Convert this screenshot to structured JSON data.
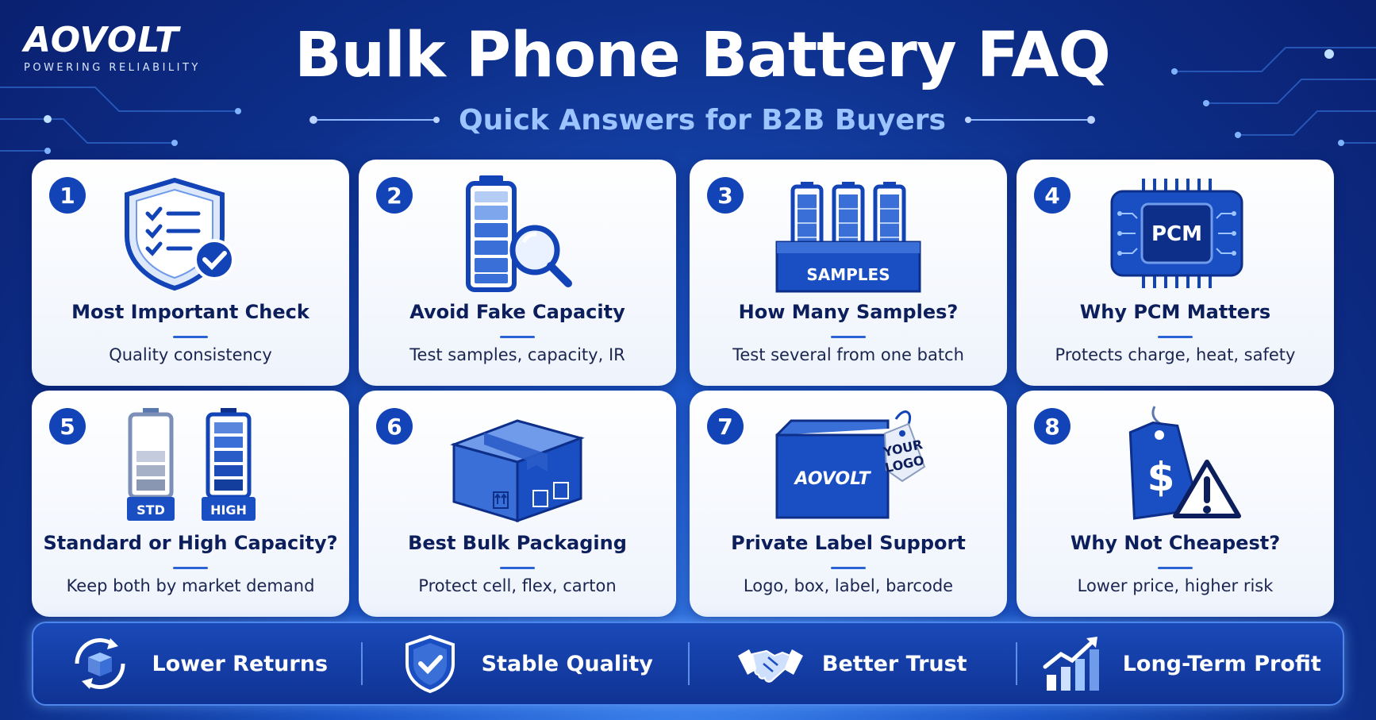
{
  "brand": {
    "name": "AOVOLT",
    "tagline": "POWERING RELIABILITY"
  },
  "header": {
    "title": "Bulk Phone Battery FAQ",
    "subtitle": "Quick Answers for B2B Buyers"
  },
  "colors": {
    "primary": "#1244b8",
    "background_dark": "#0a2070",
    "background_light": "#3f86f0",
    "card": "#ffffff",
    "text_dark": "#0c1f5c"
  },
  "cards": [
    {
      "number": "1",
      "title": "Most Important Check",
      "description": "Quality consistency",
      "icon": "shield-checklist-icon"
    },
    {
      "number": "2",
      "title": "Avoid Fake Capacity",
      "description": "Test samples, capacity, IR",
      "icon": "battery-magnifier-icon"
    },
    {
      "number": "3",
      "title": "How Many Samples?",
      "description": "Test several from one batch",
      "icon": "samples-batteries-icon",
      "badge": "SAMPLES"
    },
    {
      "number": "4",
      "title": "Why PCM Matters",
      "description": "Protects charge, heat, safety",
      "icon": "pcm-chip-icon",
      "badge": "PCM"
    },
    {
      "number": "5",
      "title": "Standard or High Capacity?",
      "description": "Keep both by market demand",
      "icon": "std-high-battery-icon",
      "badge_left": "STD",
      "badge_right": "HIGH"
    },
    {
      "number": "6",
      "title": "Best Bulk Packaging",
      "description": "Protect cell, flex, carton",
      "icon": "carton-box-icon"
    },
    {
      "number": "7",
      "title": "Private Label Support",
      "description": "Logo, box, label, barcode",
      "icon": "branded-box-tag-icon",
      "box_text": "AOVOLT",
      "tag_text_1": "YOUR",
      "tag_text_2": "LOGO"
    },
    {
      "number": "8",
      "title": "Why Not Cheapest?",
      "description": "Lower price, higher risk",
      "icon": "price-tag-warning-icon",
      "badge": "$"
    }
  ],
  "benefits": [
    {
      "label": "Lower Returns",
      "icon": "return-cycle-box-icon"
    },
    {
      "label": "Stable Quality",
      "icon": "shield-check-icon"
    },
    {
      "label": "Better Trust",
      "icon": "handshake-icon"
    },
    {
      "label": "Long-Term Profit",
      "icon": "growth-chart-icon"
    }
  ]
}
